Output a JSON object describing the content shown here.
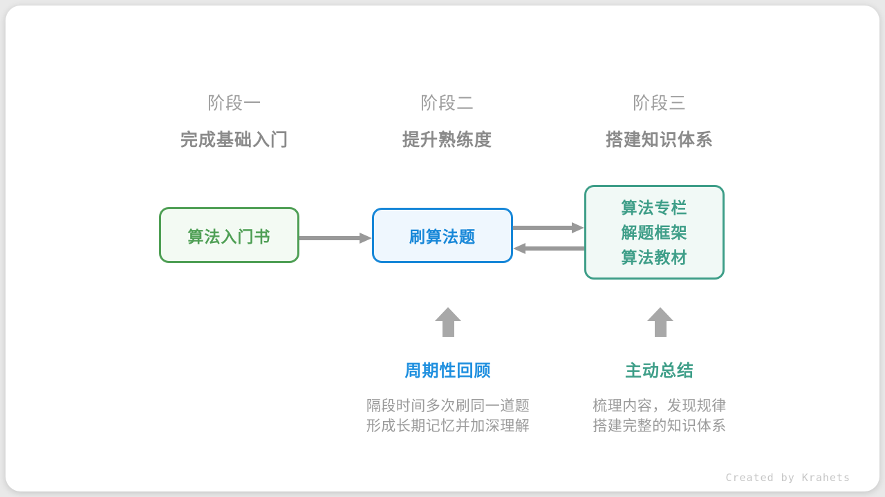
{
  "page": {
    "background_color": "#e9e9e9",
    "card_color": "#ffffff",
    "watermark": "Created by Krahets"
  },
  "stages": [
    {
      "label": "阶段一",
      "subtitle": "完成基础入门"
    },
    {
      "label": "阶段二",
      "subtitle": "提升熟练度"
    },
    {
      "label": "阶段三",
      "subtitle": "搭建知识体系"
    }
  ],
  "nodes": [
    {
      "title": "算法入门书",
      "accent_color": "#4f9f55",
      "fill_color": "#f3faf3"
    },
    {
      "title": "刷算法题",
      "accent_color": "#1787d8",
      "fill_color": "#eff7fe"
    },
    {
      "lines": [
        "算法专栏",
        "解题框架",
        "算法教材"
      ],
      "accent_color": "#3e9e88",
      "fill_color": "#f1f9f6"
    }
  ],
  "arrows": [
    {
      "name": "intro-to-practice",
      "direction": "right",
      "color": "#999999"
    },
    {
      "name": "practice-to-resources",
      "direction": "right",
      "color": "#999999"
    },
    {
      "name": "resources-to-practice",
      "direction": "left",
      "color": "#999999"
    },
    {
      "name": "review-up",
      "direction": "up",
      "color": "#a8a8a8"
    },
    {
      "name": "summarize-up",
      "direction": "up",
      "color": "#a8a8a8"
    }
  ],
  "annotations": [
    {
      "title": "周期性回顾",
      "title_color": "#1e8fdf",
      "line1": "隔段时间多次刷同一道题",
      "line2": "形成长期记忆并加深理解"
    },
    {
      "title": "主动总结",
      "title_color": "#3e9e88",
      "line1": "梳理内容，发现规律",
      "line2": "搭建完整的知识体系"
    }
  ]
}
